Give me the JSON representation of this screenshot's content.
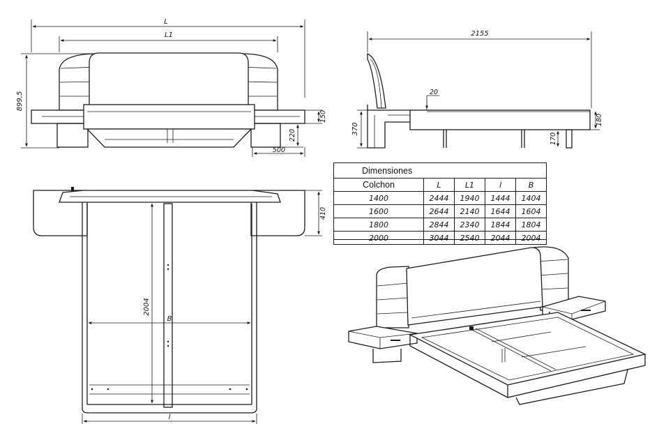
{
  "front_view": {
    "dim_L": "L",
    "dim_L1": "L1",
    "dim_height": "899,5",
    "dim_nightstand": "150",
    "dim_leg": "220",
    "dim_depth": "500"
  },
  "side_view": {
    "dim_length": "2155",
    "dim_gap": "20",
    "dim_height": "370",
    "dim_frame": "180",
    "dim_leg": "170"
  },
  "top_view": {
    "dim_nightstand": "410",
    "dim_inner_length": "2004",
    "dim_B": "B",
    "dim_l": "l"
  },
  "table": {
    "title": "Dimensiones",
    "headers": [
      "Colchon",
      "L",
      "L1",
      "l",
      "B"
    ],
    "rows": [
      [
        "1400",
        "2444",
        "1940",
        "1444",
        "1404"
      ],
      [
        "1600",
        "2644",
        "2140",
        "1644",
        "1604"
      ],
      [
        "1800",
        "2844",
        "2340",
        "1844",
        "1804"
      ],
      [
        "2000",
        "3044",
        "2540",
        "2044",
        "2004"
      ]
    ]
  }
}
